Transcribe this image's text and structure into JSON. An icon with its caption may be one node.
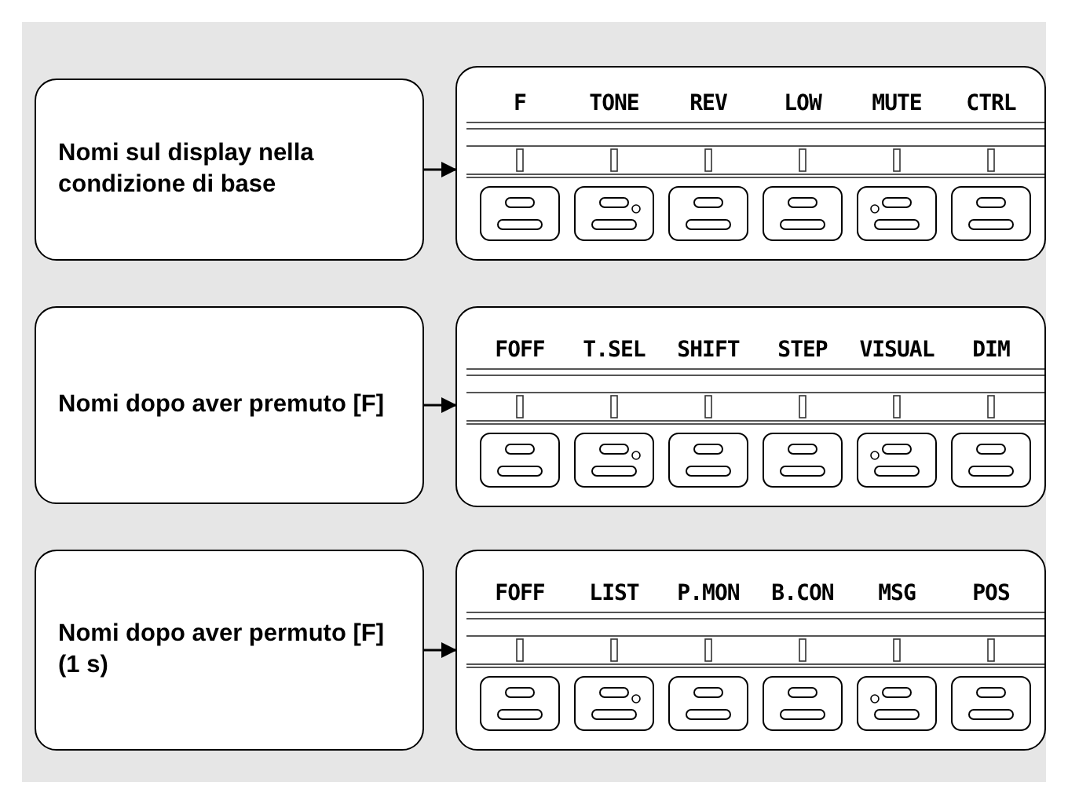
{
  "diagram": {
    "nodes": [
      {
        "text": [
          "Nomi sul display nella condizione di base"
        ]
      },
      {
        "text": [
          "F",
          "TONE",
          "REV",
          "LOW",
          "MUTE",
          "CTRL"
        ]
      },
      {
        "text": [
          "Nomi dopo aver premuto [F]"
        ]
      },
      {
        "text": [
          "FOFF",
          "T.SEL",
          "SHIFT",
          "STEP",
          "VISUAL",
          "DIM"
        ]
      },
      {
        "text": [
          "Nomi dopo aver permuto [F]  (1 s)"
        ]
      },
      {
        "text": [
          "FOFF",
          "LIST",
          "P.MON",
          "B.CON",
          "MSG",
          "POS"
        ]
      }
    ],
    "edges": [
      {
        "from": 0,
        "to": 1,
        "arrow": "to"
      },
      {
        "from": 2,
        "to": 3,
        "arrow": "to"
      },
      {
        "from": 4,
        "to": 5,
        "arrow": "to"
      }
    ]
  }
}
